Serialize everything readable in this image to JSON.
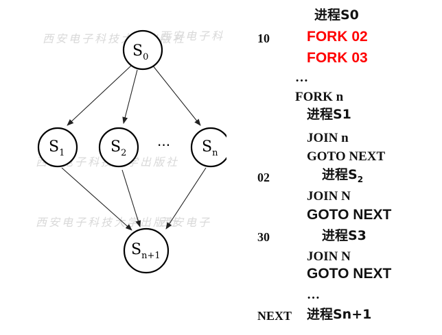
{
  "diagram": {
    "nodes": [
      {
        "id": "s0",
        "base": "S",
        "sub": "0"
      },
      {
        "id": "s1",
        "base": "S",
        "sub": "1"
      },
      {
        "id": "s2",
        "base": "S",
        "sub": "2"
      },
      {
        "id": "sn",
        "base": "S",
        "sub": "n"
      },
      {
        "id": "sn1",
        "base": "S",
        "sub": "n+1"
      }
    ],
    "ellipsis": "···",
    "edges": [
      [
        "s0",
        "s1"
      ],
      [
        "s0",
        "s2"
      ],
      [
        "s0",
        "sn"
      ],
      [
        "s1",
        "sn1"
      ],
      [
        "s2",
        "sn1"
      ],
      [
        "sn",
        "sn1"
      ]
    ],
    "watermark": "西安电子科技大学出版社"
  },
  "program": {
    "proc_s0": "进程S0",
    "fork02": "FORK 02",
    "fork03": "FORK 03",
    "dots1": "…",
    "fork_n": "FORK  n",
    "proc_s1": "进程S1",
    "join_n": "JOIN n",
    "goto_next1": "GOTO NEXT",
    "proc_s2_base": "进程S",
    "proc_s2_sub": "2",
    "join_N1": "JOIN N",
    "goto_next2": "GOTO NEXT",
    "proc_s3": "进程S3",
    "join_N2": "JOIN N",
    "goto_next3": "GOTO NEXT",
    "dots2": "…",
    "proc_sn1": "进程Sn+1"
  },
  "line_numbers": {
    "l10": "10",
    "l02": "02",
    "l30": "30",
    "lnext": "NEXT"
  },
  "colors": {
    "highlight": "#ff0000",
    "text": "#111111"
  }
}
